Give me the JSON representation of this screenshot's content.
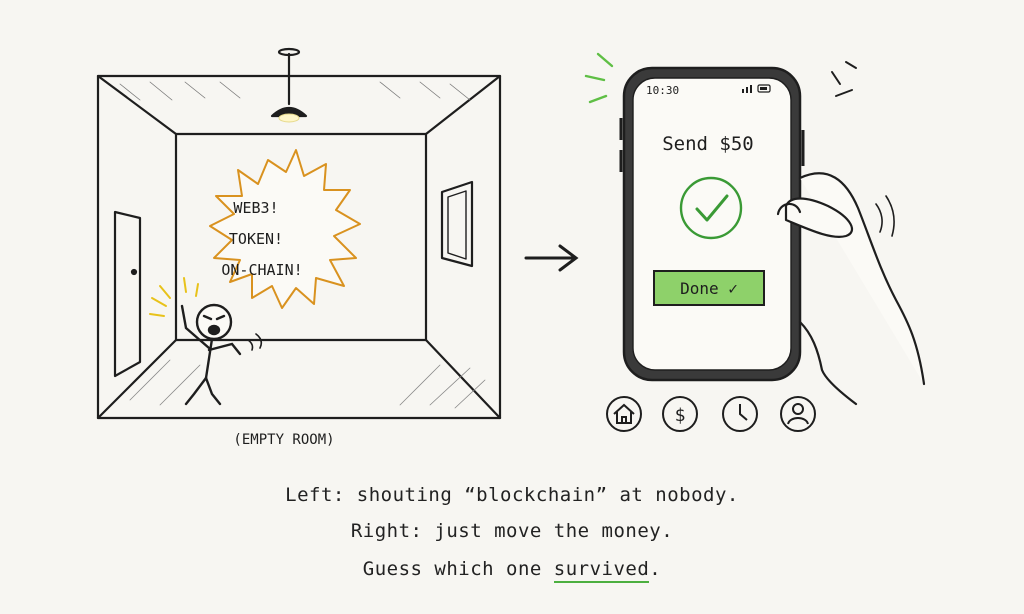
{
  "left_panel": {
    "shout_lines": [
      "WEB3!",
      "TOKEN!",
      "ON-CHAIN!"
    ],
    "label": "(EMPTY ROOM)"
  },
  "arrow": "→",
  "phone": {
    "time": "10:30",
    "title": "Send $50",
    "done_label": "Done ✓"
  },
  "nav_icons": [
    "home-icon",
    "dollar-icon",
    "clock-icon",
    "user-icon"
  ],
  "caption": {
    "line1": "Left: shouting “blockchain” at nobody.",
    "line2": "Right: just move the money.",
    "line3_prefix": "Guess which one ",
    "line3_highlight": "survived",
    "line3_suffix": "."
  },
  "colors": {
    "accent_green": "#5fbf45",
    "burst_orange": "#d9921f",
    "ink": "#1e1e1e"
  }
}
